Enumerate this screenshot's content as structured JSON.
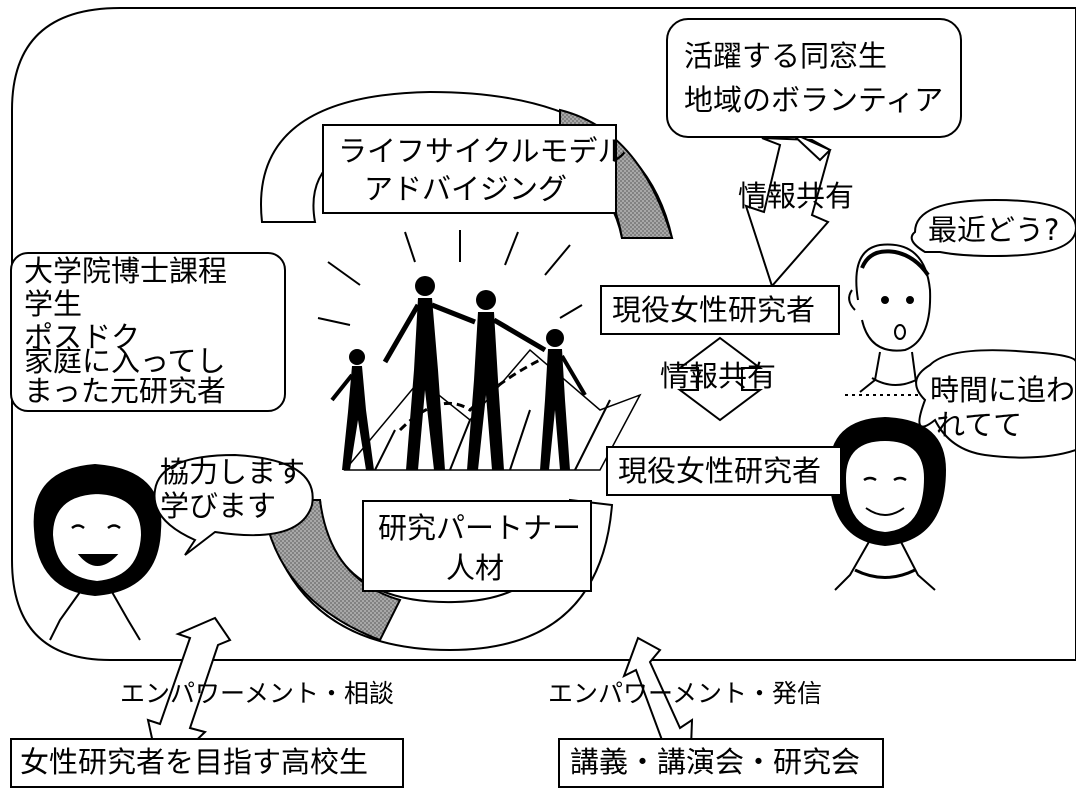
{
  "colors": {
    "line": "#000000",
    "fill": "#ffffff",
    "shade": "#8c8c8c"
  },
  "top_center_box": {
    "line1": "ライフサイクルモデル",
    "line2": "アドバイジング"
  },
  "bottom_center_box": {
    "line1": "研究パートナー",
    "line2": "人材"
  },
  "top_right_box": {
    "line1": "活躍する同窓生",
    "line2": "地域のボランティア"
  },
  "left_box": {
    "line1": "大学院博士課程",
    "line2": "学生",
    "line3": "ポスドク",
    "line4": "家庭に入ってし",
    "line5": "まった元研究者"
  },
  "researcher_box_1": "現役女性研究者",
  "researcher_box_2": "現役女性研究者",
  "info_share_1": "情報共有",
  "info_share_2": "情報共有",
  "bubble_top_right": "最近どう?",
  "bubble_right": {
    "line1": "時間に追わ",
    "line2": "れてて"
  },
  "bubble_left": {
    "line1": "協力します",
    "line2": "学びます"
  },
  "empowerment_left": "エンパワーメント・相談",
  "empowerment_right": "エンパワーメント・発信",
  "bottom_left_box": "女性研究者を目指す高校生",
  "bottom_right_box": "講義・講演会・研究会",
  "icons": [
    "cycle-arrows-icon",
    "people-climbing-icon",
    "woman-surprised-icon",
    "woman-smiling-icon",
    "girl-smiling-icon",
    "double-arrow-icon"
  ]
}
